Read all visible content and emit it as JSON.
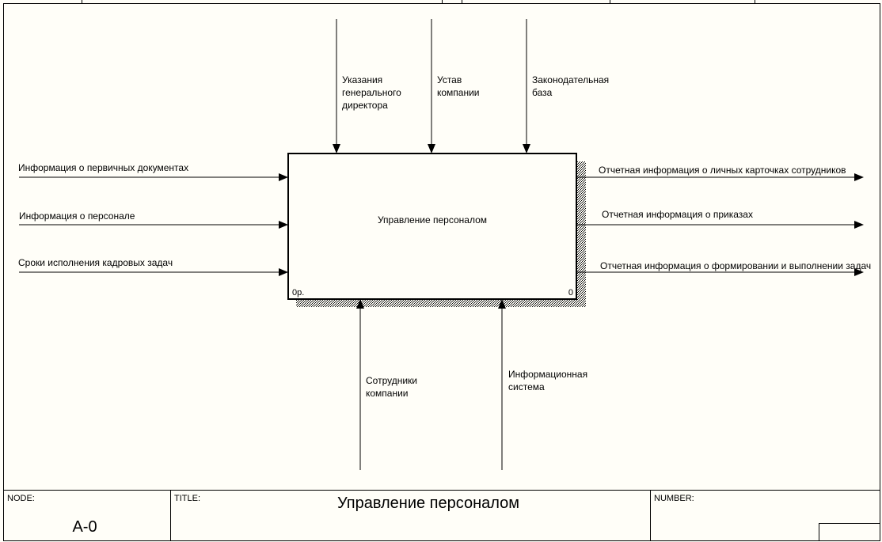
{
  "diagram": {
    "box": {
      "title": "Управление персоналом",
      "cost": "0р.",
      "number": "0"
    },
    "controls": [
      {
        "lines": [
          "Указания",
          "генерального",
          "директора"
        ]
      },
      {
        "lines": [
          "Устав",
          "компании"
        ]
      },
      {
        "lines": [
          "Законодательная",
          "база"
        ]
      }
    ],
    "inputs": [
      "Информация о первичных документах",
      "Информация о персонале",
      "Сроки исполнения кадровых задач"
    ],
    "outputs": [
      "Отчетная информация о личных  карточках сотрудников",
      "Отчетная информация о приказах",
      "Отчетная информация о формировании и выполнении задач"
    ],
    "mechanisms": [
      {
        "lines": [
          "Сотрудники",
          "компании"
        ]
      },
      {
        "lines": [
          "Информационная",
          "система"
        ]
      }
    ]
  },
  "footer": {
    "node_label": "NODE:",
    "node_value": "A-0",
    "title_label": "TITLE:",
    "title_value": "Управление персоналом",
    "number_label": "NUMBER:"
  }
}
